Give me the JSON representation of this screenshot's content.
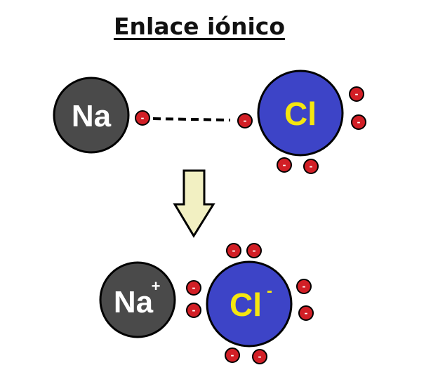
{
  "title": "Enlace iónico",
  "before": {
    "metal_symbol": "Na",
    "nonmetal_symbol": "Cl"
  },
  "after": {
    "cation_symbol": "Na",
    "cation_charge": "+",
    "anion_symbol": "Cl",
    "anion_charge": "-"
  },
  "electron_sign": "-",
  "colors": {
    "sodium_atom": "#4a4a4a",
    "chlorine_atom": "#3d44c7",
    "chlorine_text": "#f5e60f",
    "sodium_text": "#ffffff",
    "electron": "#d21f26",
    "arrow": "#f2f0c2"
  }
}
